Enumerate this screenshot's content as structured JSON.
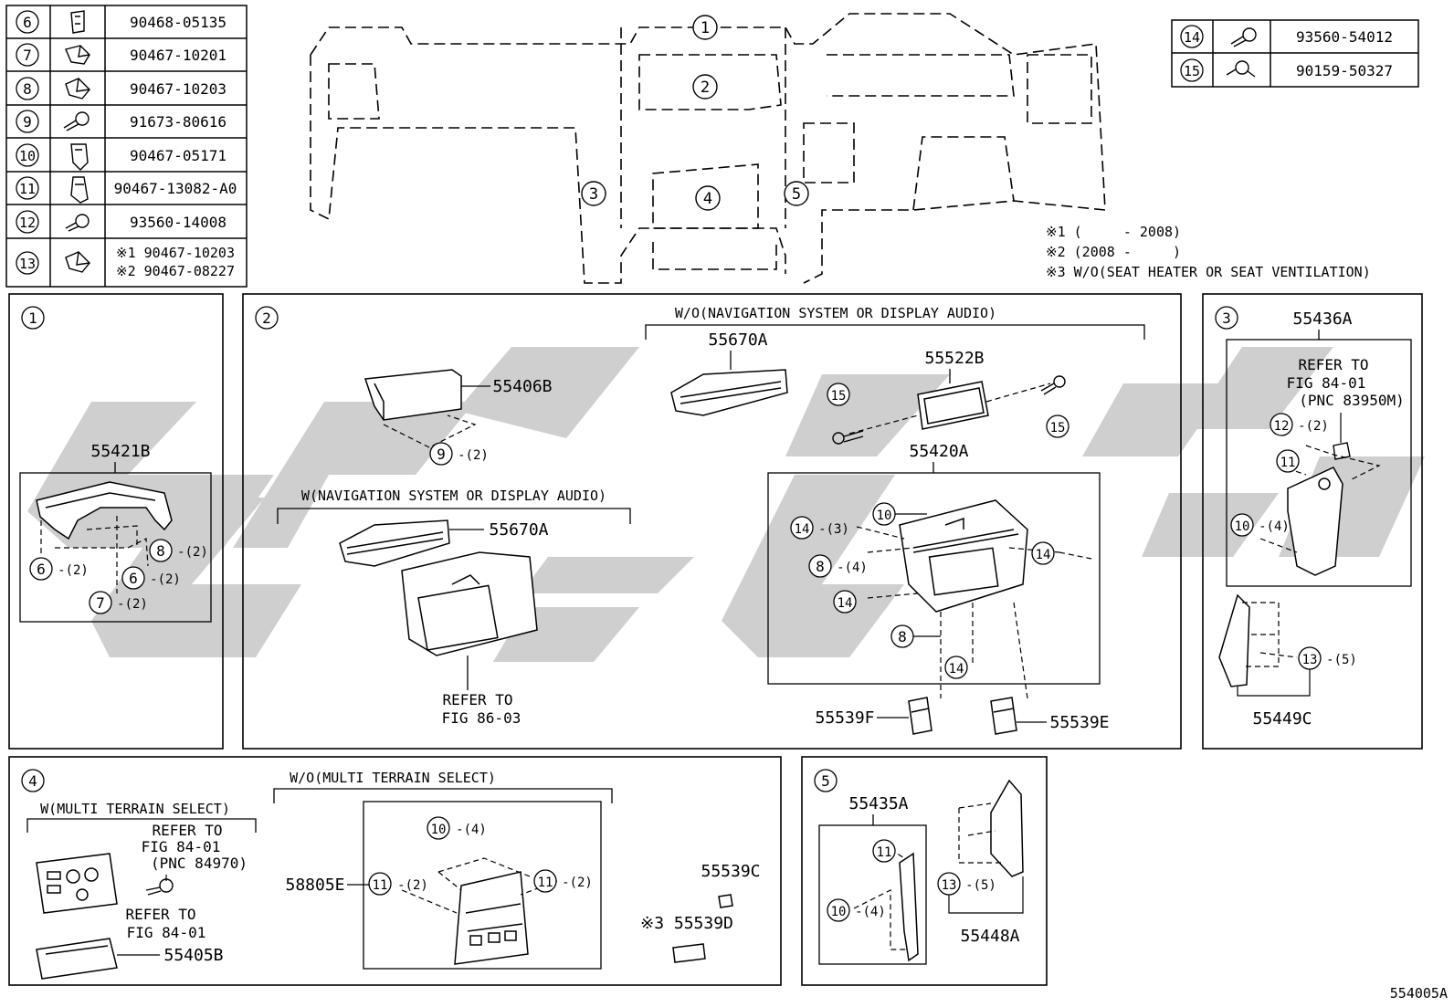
{
  "parts_table_left": {
    "rows": [
      {
        "ref": "6",
        "part": "90468-05135"
      },
      {
        "ref": "7",
        "part": "90467-10201"
      },
      {
        "ref": "8",
        "part": "90467-10203"
      },
      {
        "ref": "9",
        "part": "91673-80616"
      },
      {
        "ref": "10",
        "part": "90467-05171"
      },
      {
        "ref": "11",
        "part": "90467-13082-A0"
      },
      {
        "ref": "12",
        "part": "93560-14008"
      },
      {
        "ref": "13",
        "part_line1": "※1 90467-10203",
        "part_line2": "※2 90467-08227"
      }
    ]
  },
  "parts_table_right": {
    "rows": [
      {
        "ref": "14",
        "part": "93560-54012"
      },
      {
        "ref": "15",
        "part": "90159-50327"
      }
    ]
  },
  "overview": {
    "callouts": [
      "1",
      "2",
      "3",
      "4",
      "5"
    ]
  },
  "notes": {
    "n1": "※1 (     - 2008)",
    "n2": "※2 (2008 -     )",
    "n3": "※3 W/O(SEAT HEATER OR SEAT VENTILATION)"
  },
  "panel1": {
    "num": "1",
    "part_55421b": "55421B",
    "c8": "8",
    "q8": "-(2)",
    "c6a": "6",
    "q6a": "-(2)",
    "c6b": "6",
    "q6b": "-(2)",
    "c7": "7",
    "q7": "-(2)"
  },
  "panel2": {
    "num": "2",
    "wo_nav": "W/O(NAVIGATION SYSTEM OR DISPLAY AUDIO)",
    "w_nav": "W(NAVIGATION SYSTEM OR DISPLAY AUDIO)",
    "p55406b": "55406B",
    "c9": "9",
    "q9": "-(2)",
    "p55670a_top": "55670A",
    "p55670a_mid": "55670A",
    "p55522b": "55522B",
    "c15a": "15",
    "c15b": "15",
    "p55420a": "55420A",
    "c10": "10",
    "c14a": "14",
    "q14a": "-(3)",
    "c8a": "8",
    "q8a": "-(4)",
    "c14b": "14",
    "c14c": "14",
    "c8b": "8",
    "c14d": "14",
    "refer1": "REFER TO",
    "refer2": "FIG 86-03",
    "p55539f": "55539F",
    "p55539e": "55539E"
  },
  "panel3": {
    "num": "3",
    "p55436a": "55436A",
    "refer1": "REFER TO",
    "refer2": "FIG 84-01",
    "refer3": "(PNC 83950M)",
    "c12": "12",
    "q12": "-(2)",
    "c11": "11",
    "c10": "10",
    "q10": "-(4)",
    "c13": "13",
    "q13": "-(5)",
    "p55449c": "55449C"
  },
  "panel4": {
    "num": "4",
    "wo_mts": "W/O(MULTI TERRAIN SELECT)",
    "w_mts": "W(MULTI TERRAIN SELECT)",
    "refer_a1": "REFER TO",
    "refer_a2": "FIG 84-01",
    "refer_a3": "(PNC 84970)",
    "refer_b1": "REFER TO",
    "refer_b2": "FIG 84-01",
    "p55405b": "55405B",
    "p58805e": "58805E",
    "c10": "10",
    "q10": "-(4)",
    "c11a": "11",
    "q11a": "-(2)",
    "c11b": "11",
    "q11b": "-(2)",
    "p55539c": "55539C",
    "p55539d": "※3 55539D"
  },
  "panel5": {
    "num": "5",
    "p55435a": "55435A",
    "c11": "11",
    "c10": "10",
    "q10": "-(4)",
    "c13": "13",
    "q13": "-(5)",
    "p55448a": "55448A"
  },
  "figure_code": "554005A"
}
